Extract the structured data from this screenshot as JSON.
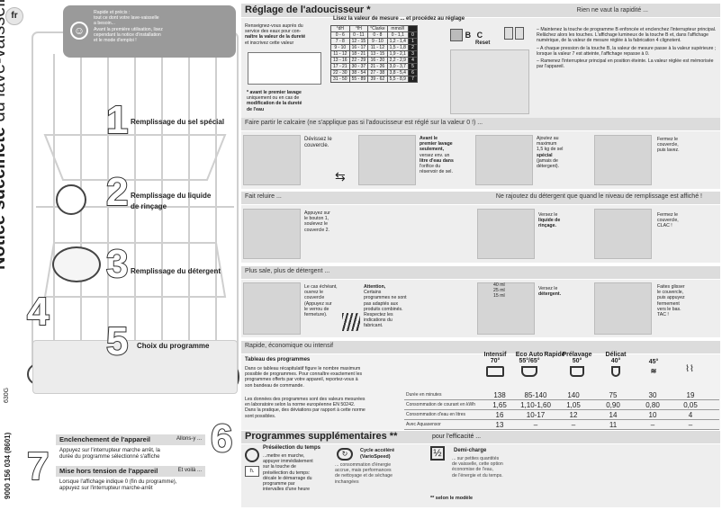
{
  "page": {
    "lang_badge": "fr",
    "vertical_title_bold": "Notice succincte",
    "vertical_title_rest": " du lave-vaisselle",
    "docnum": "9000 156 034 (8601)",
    "docnum2": "630G"
  },
  "intro": {
    "lines": [
      "Rapide et précis :",
      "tout ce dont votre lave-vaisselle",
      "a besoin...",
      "Avant la première utilisation, lisez",
      "cependant la notice d'installation",
      "et le mode d'emploi !"
    ]
  },
  "softener": {
    "title": "Réglage de l'adoucisseur",
    "title_mark": "*",
    "tagline": "Rien ne vaut la rapidité ...",
    "left_text": [
      "Renseignez-vous auprès du",
      "service des eaux pour con-",
      "naître la valeur de la dureté",
      "et inscrivez cette valeur"
    ],
    "note": [
      "* avant le premier lavage",
      "uniquement ou en cas de",
      "modification de la dureté",
      "de l'eau"
    ],
    "table_heading": "Lisez la valeur de mesure ... et procédez au réglage",
    "table_head": [
      "°dH",
      "°fH",
      "°Clarke",
      "mmol/l",
      ""
    ],
    "table_rows": [
      [
        "0 - 6",
        "0 - 11",
        "0 - 8",
        "0 - 1,1",
        "0"
      ],
      [
        "7 - 8",
        "12 - 15",
        "9 - 10",
        "1,2 - 1,4",
        "1"
      ],
      [
        "9 - 10",
        "16 - 17",
        "11 - 12",
        "1,5 - 1,8",
        "2"
      ],
      [
        "11 - 12",
        "18 - 21",
        "13 - 15",
        "1,9 - 2,1",
        "3"
      ],
      [
        "13 - 16",
        "22 - 29",
        "16 - 20",
        "2,2 - 2,9",
        "4"
      ],
      [
        "17 - 21",
        "30 - 37",
        "21 - 26",
        "3,0 - 3,7",
        "5"
      ],
      [
        "22 - 30",
        "38 - 54",
        "27 - 38",
        "3,8 - 5,4",
        "6"
      ],
      [
        "31 - 50",
        "55 - 89",
        "39 - 62",
        "5,5 - 8,9",
        "7"
      ]
    ],
    "reset_keys": "A B C",
    "reset_label": "Reset",
    "steps": [
      "– Maintenez la touche de programme B enfoncée et enclenchez l'interrupteur principal. Relâchez alors les touches. L'affichage lumineux de la touche B et, dans l'affichage numérique, de la valeur de mesure réglée à la fabrication 4 clignotent.",
      "– A chaque pression de la touche B, la valeur de mesure passe à la valeur supérieure ; lorsque la valeur 7 est atteinte, l'affichage repasse à 0.",
      "– Ramenez l'interrupteur principal en position éteinte. La valeur réglée est mémorisée par l'appareil."
    ]
  },
  "salt": {
    "num": "1",
    "title": "Remplissage du sel spécial",
    "bar": "Faire partir le calcaire (ne s'applique pas si l'adoucisseur est réglé sur la valeur 0 !) ...",
    "c1": [
      "Dévissez le",
      "couvercle."
    ],
    "c2": [
      "Avant le",
      "premier lavage",
      "seulement,",
      "versez env. un",
      "litre d'eau dans",
      "l'orifice du",
      "réservoir de sel."
    ],
    "c3": [
      "Ajoutez au",
      "maximum",
      "1,5 kg de sel",
      "spécial",
      "(jamais de",
      "détergent)."
    ],
    "c4": [
      "Fermez le",
      "couvercle,",
      "puis lavez."
    ]
  },
  "rinse": {
    "num": "2",
    "title": "Remplissage du liquide",
    "title2": "de rinçage",
    "bar_left": "Fait reluire ...",
    "bar_right": "Ne rajoutez du détergent que quand le niveau de remplissage est affiché !",
    "c1": [
      "Appuyez sur",
      "le bouton 1,",
      "soulevez le",
      "couvercle 2."
    ],
    "c2": [
      "Versez le",
      "liquide de",
      "rinçage."
    ],
    "c3": [
      "Fermez le",
      "couvercle,",
      "CLAC !"
    ]
  },
  "detergent": {
    "num": "3",
    "title": "Remplissage du détergent",
    "bar": "Plus sale, plus de détergent ...",
    "c1": [
      "Le cas échéant,",
      "ouvrez le",
      "couvercle",
      "(Appuyez sur",
      "le verrou de",
      "fermeture)."
    ],
    "c2_title": "Attention,",
    "c2": [
      "Certains",
      "programmes ne sont",
      "pas adaptés aux",
      "produits combinés.",
      "Respectez les",
      "indications du",
      "fabricant."
    ],
    "doses": [
      "40 ml",
      "25 ml",
      "15 ml"
    ],
    "c3": [
      "Versez le",
      "détergent."
    ],
    "c4": [
      "Faites glisser",
      "le couvercle,",
      "puis appuyez",
      "fermement",
      "vers le bas.",
      "TAC !"
    ]
  },
  "programme": {
    "num": "5",
    "title": "Choix du programme",
    "bar": "Rapide, économique ou intensif",
    "heading": "Tableau des programmes",
    "text1": [
      "Dans ce tableau récapitulatif figure le nombre maximum",
      "possible de programmes. Pour connaître exactement les",
      "programmes offerts par votre appareil, reportez-vous à",
      "son bandeau de commande."
    ],
    "text2": [
      "Les données des programmes sont des valeurs mesurées",
      "en laboratoire selon la norme européenne EN 50242.",
      "Dans la pratique, des déviations par rapport à cette norme",
      "sont possibles."
    ],
    "programs": [
      {
        "name": "Intensif",
        "temp": "70°"
      },
      {
        "name": "Eco Auto",
        "temp": "55°/65°"
      },
      {
        "name": "Rapide",
        "temp": ""
      },
      {
        "name": "Prélavage",
        "temp": "50°"
      },
      {
        "name": "Délicat",
        "temp": "40°"
      },
      {
        "name": "",
        "temp": "45°"
      },
      {
        "name": "",
        "temp": ""
      }
    ],
    "rows": [
      {
        "label": "Durée en minutes",
        "values": [
          "138",
          "85-140",
          "140",
          "75",
          "30",
          "19"
        ]
      },
      {
        "label": "Consommation de courant en kWh",
        "values": [
          "1,65",
          "1,10-1,60",
          "1,05",
          "0,90",
          "0,80",
          "0,05"
        ]
      },
      {
        "label": "Consommation d'eau en litres",
        "values": [
          "16",
          "10-17",
          "12",
          "14",
          "10",
          "4"
        ]
      },
      {
        "label": "Avec Aquasensor",
        "values": [
          "13",
          "–",
          "–",
          "11",
          "–",
          "–"
        ]
      }
    ]
  },
  "extras": {
    "num": "6",
    "title": "Programmes supplémentaires",
    "title_mark": "**",
    "tagline": "pour l'efficacité ...",
    "e1_title": "Présélection du temps",
    "e1_icon": "h.",
    "e1": [
      "...mettre en marche,",
      "appuyer immédiatement",
      "sur la touche de",
      "présélection du temps:",
      "décale le démarrage du",
      "programme par",
      "intervalles d'une heure"
    ],
    "e2_title": "Cycle accéléré",
    "e2_sub": "(VarioSpeed)",
    "e2": [
      "... consommation d'énergie",
      "accrue, mais performances",
      "de nettoyage et de séchage",
      "inchangées"
    ],
    "e3_title": "Demi-charge",
    "e3_icon": "½",
    "e3": [
      "... sur petites quantités",
      "de vaisselle, cette option",
      "économise de l'eau,",
      "de l'énergie et du temps."
    ],
    "footnote": "** selon le modèle"
  },
  "on": {
    "num": "4",
    "title": "Enclenchement de l'appareil",
    "tag": "Allons-y ...",
    "text": [
      "Appuyez sur l'interrupteur marche arrêt, la",
      "durée du programme sélectionné s'affiche"
    ]
  },
  "off": {
    "num": "7",
    "title": "Mise hors tension de l'appareil",
    "tag": "Et voilà ...",
    "text": [
      "Lorsque l'affichage indique 0 (fin du programme),",
      "appuyez sur l'interrupteur marche-arrêt"
    ]
  }
}
